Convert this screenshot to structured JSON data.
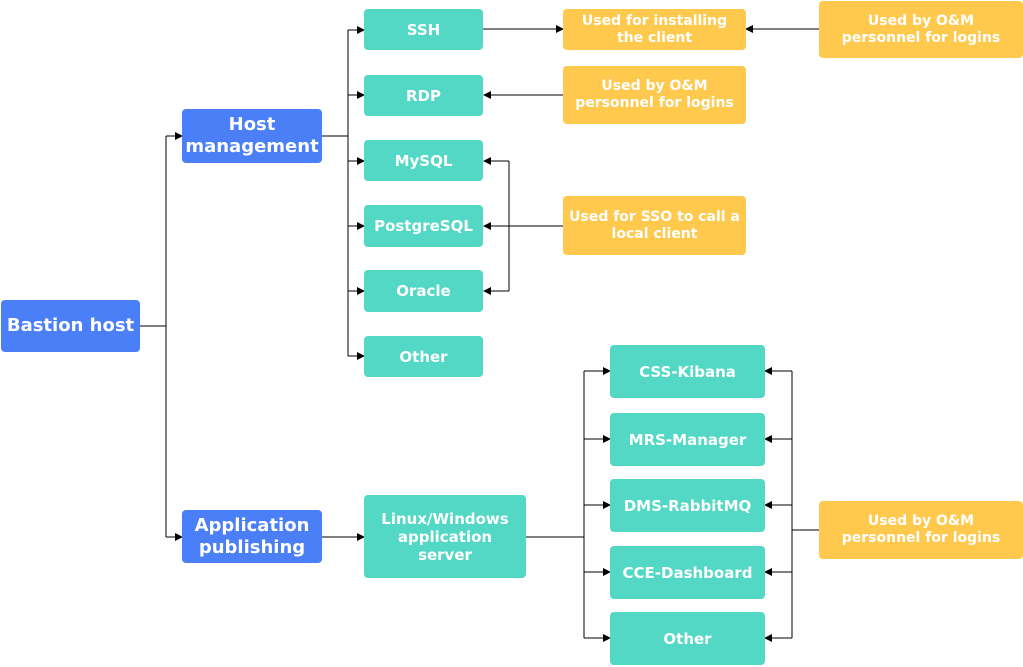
{
  "colors": {
    "primary": "#4a7ff7",
    "protocol": "#52d8c4",
    "note": "#ffc94d",
    "line": "#000000"
  },
  "nodes": {
    "bastion": "Bastion host",
    "host_mgmt": "Host management",
    "app_pub": "Application publishing",
    "ssh": "SSH",
    "rdp": "RDP",
    "mysql": "MySQL",
    "postgresql": "PostgreSQL",
    "oracle": "Oracle",
    "other_db": "Other",
    "app_server": "Linux/Windows application server",
    "css_kibana": "CSS-Kibana",
    "mrs_manager": "MRS-Manager",
    "dms_rabbitmq": "DMS-RabbitMQ",
    "cce_dashboard": "CCE-Dashboard",
    "other_app": "Other"
  },
  "notes": {
    "ssh_client": "Used for installing the client",
    "ssh_logins": "Used by O&M personnel for logins",
    "rdp_logins": "Used by O&M personnel for logins",
    "sso": "Used for SSO to call a local client",
    "app_logins": "Used by O&M personnel for logins"
  }
}
